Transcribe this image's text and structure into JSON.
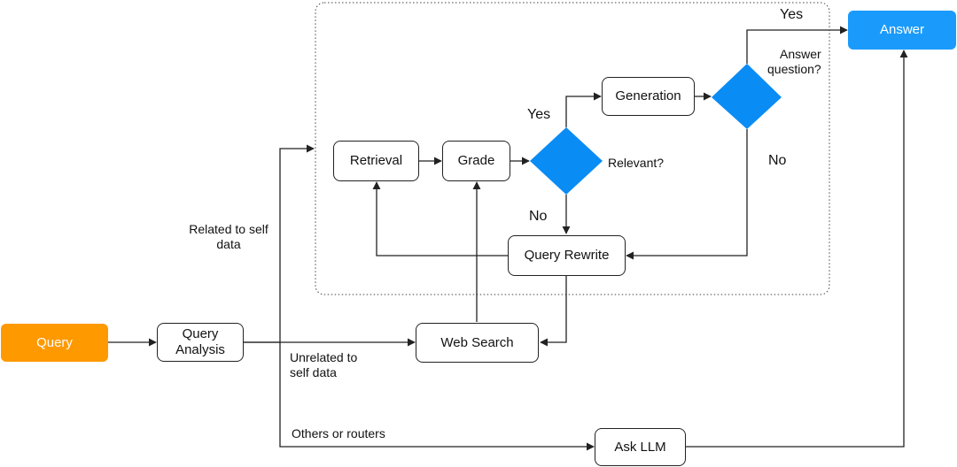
{
  "nodes": {
    "query": "Query",
    "query_analysis": "Query\nAnalysis",
    "web_search": "Web Search",
    "ask_llm": "Ask LLM",
    "retrieval": "Retrieval",
    "grade": "Grade",
    "generation": "Generation",
    "query_rewrite": "Query Rewrite",
    "answer": "Answer"
  },
  "decisions": {
    "relevant": "Relevant?",
    "answer_question": "Answer\nquestion?"
  },
  "edge_labels": {
    "related": "Related to self\ndata",
    "unrelated": "Unrelated to\nself data",
    "others": "Others or routers",
    "relevant_yes": "Yes",
    "relevant_no": "No",
    "answer_yes": "Yes",
    "answer_no": "No"
  },
  "colors": {
    "query_fill": "#FF9900",
    "answer_fill": "#1A9BFB",
    "decision_fill": "#0A8CF5",
    "line": "#222222"
  }
}
